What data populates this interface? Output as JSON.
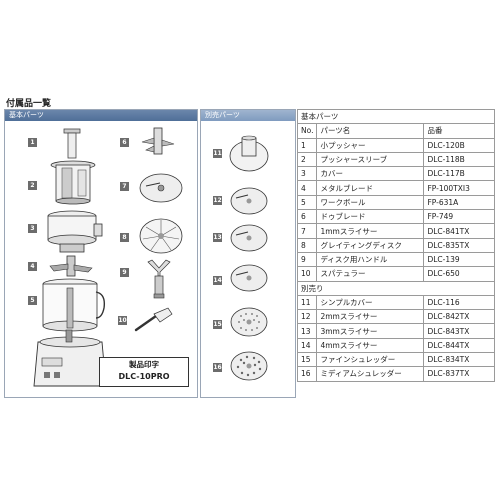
{
  "page_title": "付属品一覧",
  "left_panel": {
    "header": "基本パーツ",
    "numbers": [
      "1",
      "2",
      "3",
      "4",
      "5",
      "6",
      "7",
      "8",
      "9",
      "10"
    ]
  },
  "middle_panel": {
    "header": "別売パーツ",
    "numbers": [
      "11",
      "12",
      "13",
      "14",
      "15",
      "16"
    ]
  },
  "product_label": {
    "line1": "製品印字",
    "line2": "DLC-10PRO"
  },
  "table": {
    "section_basic": "基本パーツ",
    "headers": {
      "no": "No.",
      "name": "パーツ名",
      "code": "品番"
    },
    "basic_rows": [
      {
        "no": "1",
        "name": "小プッシャー",
        "code": "DLC-120B"
      },
      {
        "no": "2",
        "name": "プッシャースリーブ",
        "code": "DLC-118B"
      },
      {
        "no": "3",
        "name": "カバー",
        "code": "DLC-117B"
      },
      {
        "no": "4",
        "name": "メタルブレード",
        "code": "FP-100TXI3"
      },
      {
        "no": "5",
        "name": "ワークボール",
        "code": "FP-631A"
      },
      {
        "no": "6",
        "name": "ドゥブレード",
        "code": "FP-749"
      },
      {
        "no": "7",
        "name": "1mmスライサー",
        "code": "DLC-841TX"
      },
      {
        "no": "8",
        "name": "グレイティングディスク",
        "code": "DLC-835TX"
      },
      {
        "no": "9",
        "name": "ディスク用ハンドル",
        "code": "DLC-139"
      },
      {
        "no": "10",
        "name": "スパテュラー",
        "code": "DLC-650"
      }
    ],
    "section_optional": "別売り",
    "optional_rows": [
      {
        "no": "11",
        "name": "シンプルカバー",
        "code": "DLC-116"
      },
      {
        "no": "12",
        "name": "2mmスライサー",
        "code": "DLC-842TX"
      },
      {
        "no": "13",
        "name": "3mmスライサー",
        "code": "DLC-843TX"
      },
      {
        "no": "14",
        "name": "4mmスライサー",
        "code": "DLC-844TX"
      },
      {
        "no": "15",
        "name": "ファインシュレッダー",
        "code": "DLC-834TX"
      },
      {
        "no": "16",
        "name": "ミディアムシュレッダー",
        "code": "DLC-837TX"
      }
    ]
  }
}
